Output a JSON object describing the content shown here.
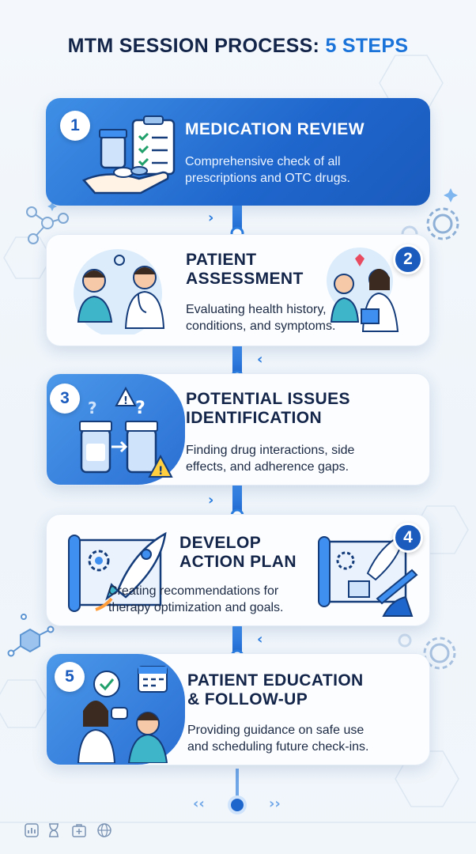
{
  "title": {
    "main": "MTM SESSION PROCESS: ",
    "accent": "5 STEPS"
  },
  "steps": [
    {
      "number": "1",
      "heading_line1": "MEDICATION REVIEW",
      "heading_line2": "",
      "desc_line1": "Comprehensive check of all",
      "desc_line2": "prescriptions and OTC drugs."
    },
    {
      "number": "2",
      "heading_line1": "PATIENT",
      "heading_line2": "ASSESSMENT",
      "desc_line1": "Evaluating health history,",
      "desc_line2": "conditions, and symptoms."
    },
    {
      "number": "3",
      "heading_line1": "POTENTIAL ISSUES",
      "heading_line2": "IDENTIFICATION",
      "desc_line1": "Finding drug interactions, side",
      "desc_line2": "effects, and adherence gaps."
    },
    {
      "number": "4",
      "heading_line1": "DEVELOP",
      "heading_line2": "ACTION PLAN",
      "desc_line1": "Creating recommendations for",
      "desc_line2": "therapy optimization and goals."
    },
    {
      "number": "5",
      "heading_line1": "PATIENT EDUCATION",
      "heading_line2": "& FOLLOW-UP",
      "desc_line1": "Providing guidance on safe use",
      "desc_line2": "and scheduling future check-ins."
    }
  ],
  "icons": {
    "step1": "medication-clipboard-icon",
    "step2": "doctor-patient-icon",
    "step3": "drug-interaction-warning-icon",
    "step4": "rocket-plan-icon",
    "step5": "education-chat-calendar-icon",
    "footer": [
      "chart-icon",
      "hourglass-icon",
      "medical-kit-icon",
      "globe-icon"
    ]
  },
  "colors": {
    "primary": "#1a73d9",
    "navy": "#14254a",
    "card_blue": "#1f66cc"
  }
}
